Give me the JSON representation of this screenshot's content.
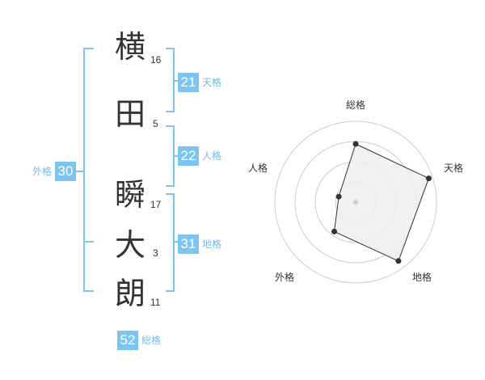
{
  "name": {
    "characters": [
      {
        "char": "横",
        "strokes": "16"
      },
      {
        "char": "田",
        "strokes": "5"
      },
      {
        "char": "瞬",
        "strokes": "17"
      },
      {
        "char": "大",
        "strokes": "3"
      },
      {
        "char": "朗",
        "strokes": "11"
      }
    ]
  },
  "scores": {
    "tenkaku": {
      "value": "21",
      "label": "天格"
    },
    "jinkaku": {
      "value": "22",
      "label": "人格"
    },
    "chikaku": {
      "value": "31",
      "label": "地格"
    },
    "gaikaku": {
      "value": "30",
      "label": "外格"
    },
    "soukaku": {
      "value": "52",
      "label": "総格"
    }
  },
  "colors": {
    "accent": "#7cc5f0",
    "bracket": "#7cc5f0",
    "text": "#333333",
    "radar_fill": "#eeeeee",
    "radar_stroke": "#333333",
    "grid": "#cccccc"
  },
  "chart_data": {
    "type": "radar",
    "axes": [
      "総格",
      "天格",
      "地格",
      "外格",
      "人格"
    ],
    "values": [
      0.72,
      0.95,
      0.9,
      0.45,
      0.22
    ],
    "rings": 4
  }
}
